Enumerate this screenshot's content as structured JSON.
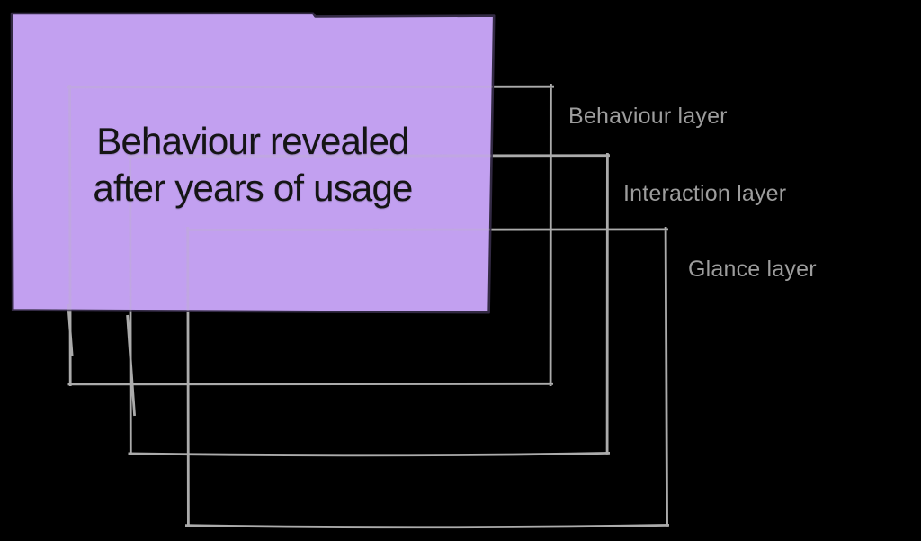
{
  "note": {
    "title_line1": "Behaviour revealed",
    "title_line2": "after years of usage"
  },
  "layers": [
    {
      "label": "Behaviour layer"
    },
    {
      "label": "Interaction layer"
    },
    {
      "label": "Glance layer"
    }
  ],
  "colors": {
    "background": "#000000",
    "note_fill": "#c8a5f8",
    "note_border": "#332a44",
    "line_gray": "#ababab",
    "label_gray": "#9d9d9d",
    "title_text": "#151515"
  }
}
